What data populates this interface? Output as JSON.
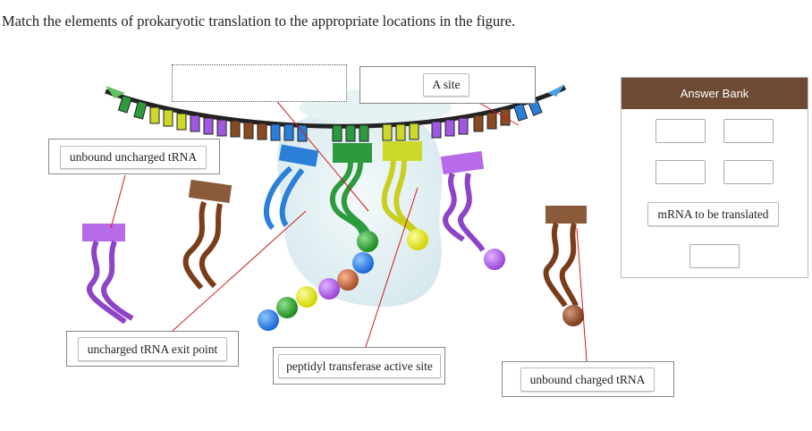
{
  "question": "Match the elements of prokaryotic translation to the appropriate locations in the figure.",
  "targets": {
    "top_left_empty": "",
    "a_site": "A site",
    "unbound_uncharged": "unbound uncharged tRNA",
    "uncharged_exit": "uncharged tRNA exit point",
    "peptidyl": "peptidyl transferase active site",
    "unbound_charged": "unbound charged tRNA"
  },
  "answer_bank": {
    "header": "Answer Bank",
    "items": [
      "mRNA to be translated"
    ]
  },
  "colors": {
    "bank_header": "#6e4a35",
    "leader_line": "#d11a1a",
    "ribosome": "#e6f2f4"
  }
}
